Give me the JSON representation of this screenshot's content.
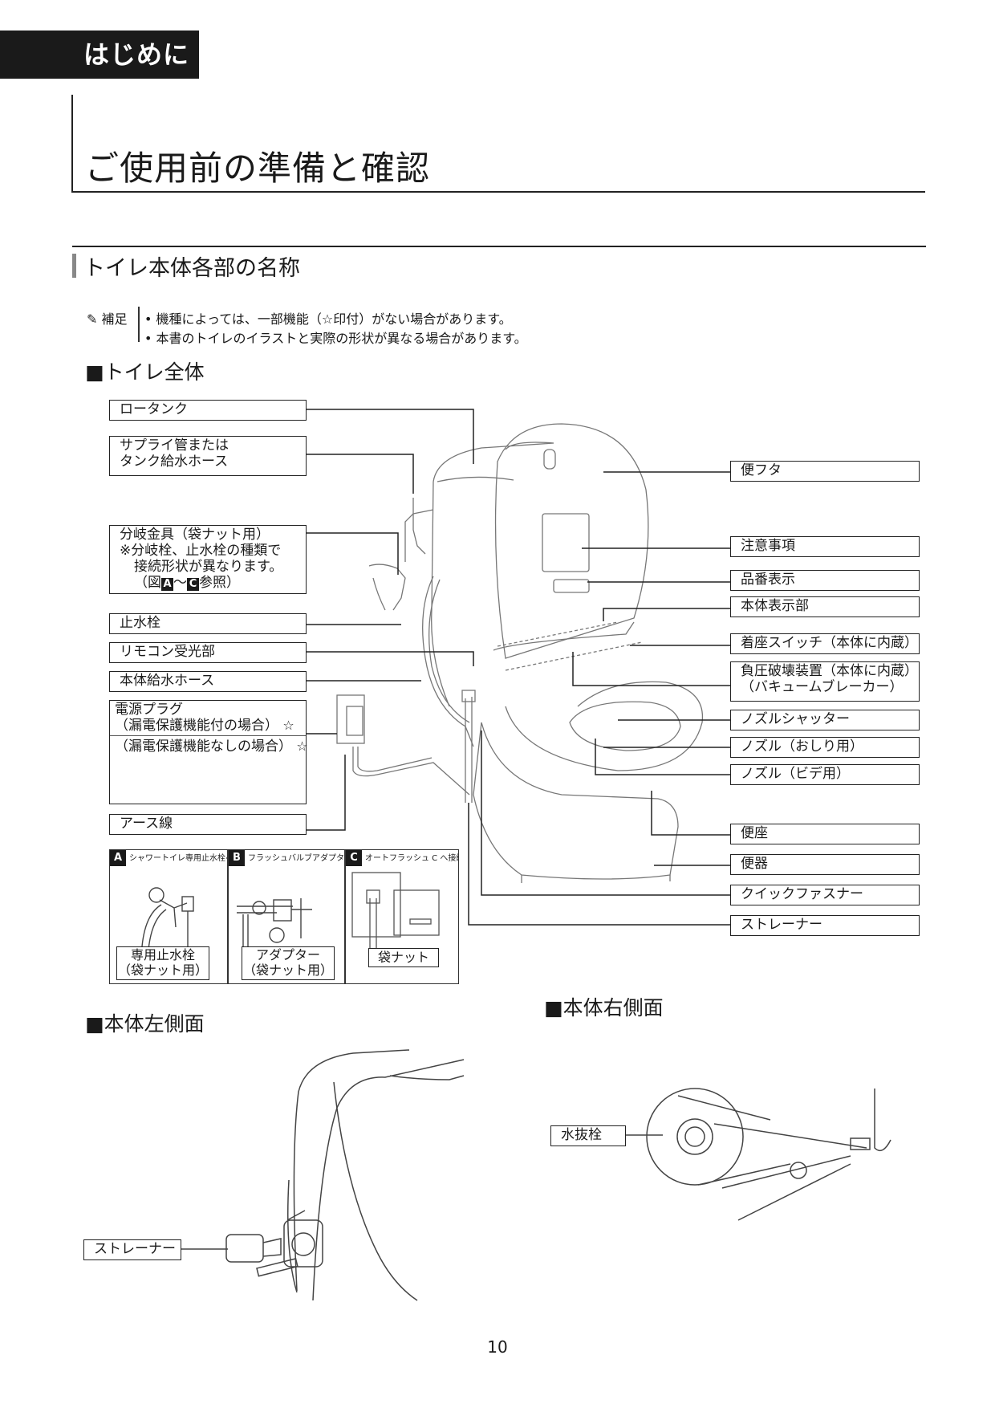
{
  "header": {
    "tab_label": "はじめに",
    "page_title": "ご使用前の準備と確認"
  },
  "section": {
    "title": "トイレ本体各部の名称",
    "note_label": "補足",
    "notes": [
      "• 機種によっては、一部機能（☆印付）がない場合があります。",
      "• 本書のトイレのイラストと実際の形状が異なる場合があります。"
    ]
  },
  "subsections": {
    "whole": "■トイレ全体",
    "left": "■本体左側面",
    "right": "■本体右側面"
  },
  "left_labels": {
    "low_tank": "ロータンク",
    "supply_pipe_1": "サプライ管または",
    "supply_pipe_2": "タンク給水ホース",
    "branch_1": "分岐金具（袋ナット用）",
    "branch_2": "※分岐栓、止水栓の種類で",
    "branch_3": "接続形状が異なります。",
    "branch_4a": "（図",
    "branch_4b": "A",
    "branch_4c": "～",
    "branch_4d": "C",
    "branch_4e": "参照）",
    "stop_valve": "止水栓",
    "remote_receiver": "リモコン受光部",
    "body_supply_hose": "本体給水ホース",
    "power_plug_1": "電源プラグ",
    "power_plug_2": "（漏電保護機能付の場合）",
    "power_plug_3": "（漏電保護機能なしの場合）",
    "star": "☆",
    "earth_wire": "アース線"
  },
  "right_labels": {
    "lid": "便フタ",
    "caution": "注意事項",
    "model_no": "品番表示",
    "display": "本体表示部",
    "seat_switch": "着座スイッチ（本体に内蔵）",
    "vacuum_1": "負圧破壊装置（本体に内蔵）",
    "vacuum_2": "（バキュームブレーカー）",
    "nozzle_shutter": "ノズルシャッター",
    "nozzle_rear": "ノズル（おしり用）",
    "nozzle_bidet": "ノズル（ビデ用）",
    "seat": "便座",
    "bowl": "便器",
    "quick_fastener": "クイックファスナー",
    "strainer": "ストレーナー"
  },
  "insets": [
    {
      "key": "A",
      "head": "シャワートイレ専用止水栓へ接続",
      "label_1": "専用止水栓",
      "label_2": "（袋ナット用）"
    },
    {
      "key": "B",
      "head": "フラッシュバルブアダプターへ接続",
      "label_1": "アダプター",
      "label_2": "（袋ナット用）"
    },
    {
      "key": "C",
      "head": "オートフラッシュ C へ接続",
      "label_1": "袋ナット",
      "label_2": ""
    }
  ],
  "side_labels": {
    "left_strainer": "ストレーナー",
    "drain_plug": "水抜栓"
  },
  "page_number": "10"
}
